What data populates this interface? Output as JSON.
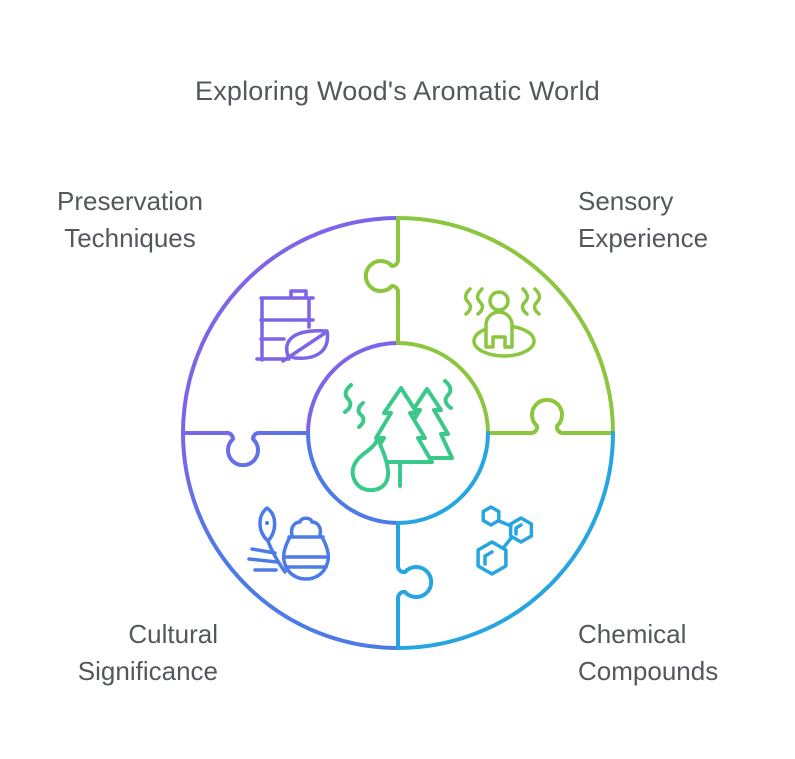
{
  "title": "Exploring Wood's Aromatic World",
  "diagram": {
    "type": "circular-puzzle",
    "segments": 4,
    "center_icon": "forest-fire-aroma-icon",
    "quadrants": {
      "top_left": {
        "label_line1": "Preservation",
        "label_line2": "Techniques",
        "color_key": "purple",
        "icon": "wood-stack-leaf-icon"
      },
      "top_right": {
        "label_line1": "Sensory",
        "label_line2": "Experience",
        "color_key": "green",
        "icon": "person-aroma-icon"
      },
      "bottom_left": {
        "label_line1": "Cultural",
        "label_line2": "Significance",
        "color_key": "blue",
        "icon": "plant-vessel-icon"
      },
      "bottom_right": {
        "label_line1": "Chemical",
        "label_line2": "Compounds",
        "color_key": "teal",
        "icon": "molecule-icon"
      }
    }
  },
  "colors": {
    "purple": "#7d64e8",
    "green": "#8cc63f",
    "blue": "#4c7be8",
    "teal": "#27a5e0",
    "emerald": "#3bc98b",
    "text": "#54585c",
    "background": "#ffffff"
  }
}
